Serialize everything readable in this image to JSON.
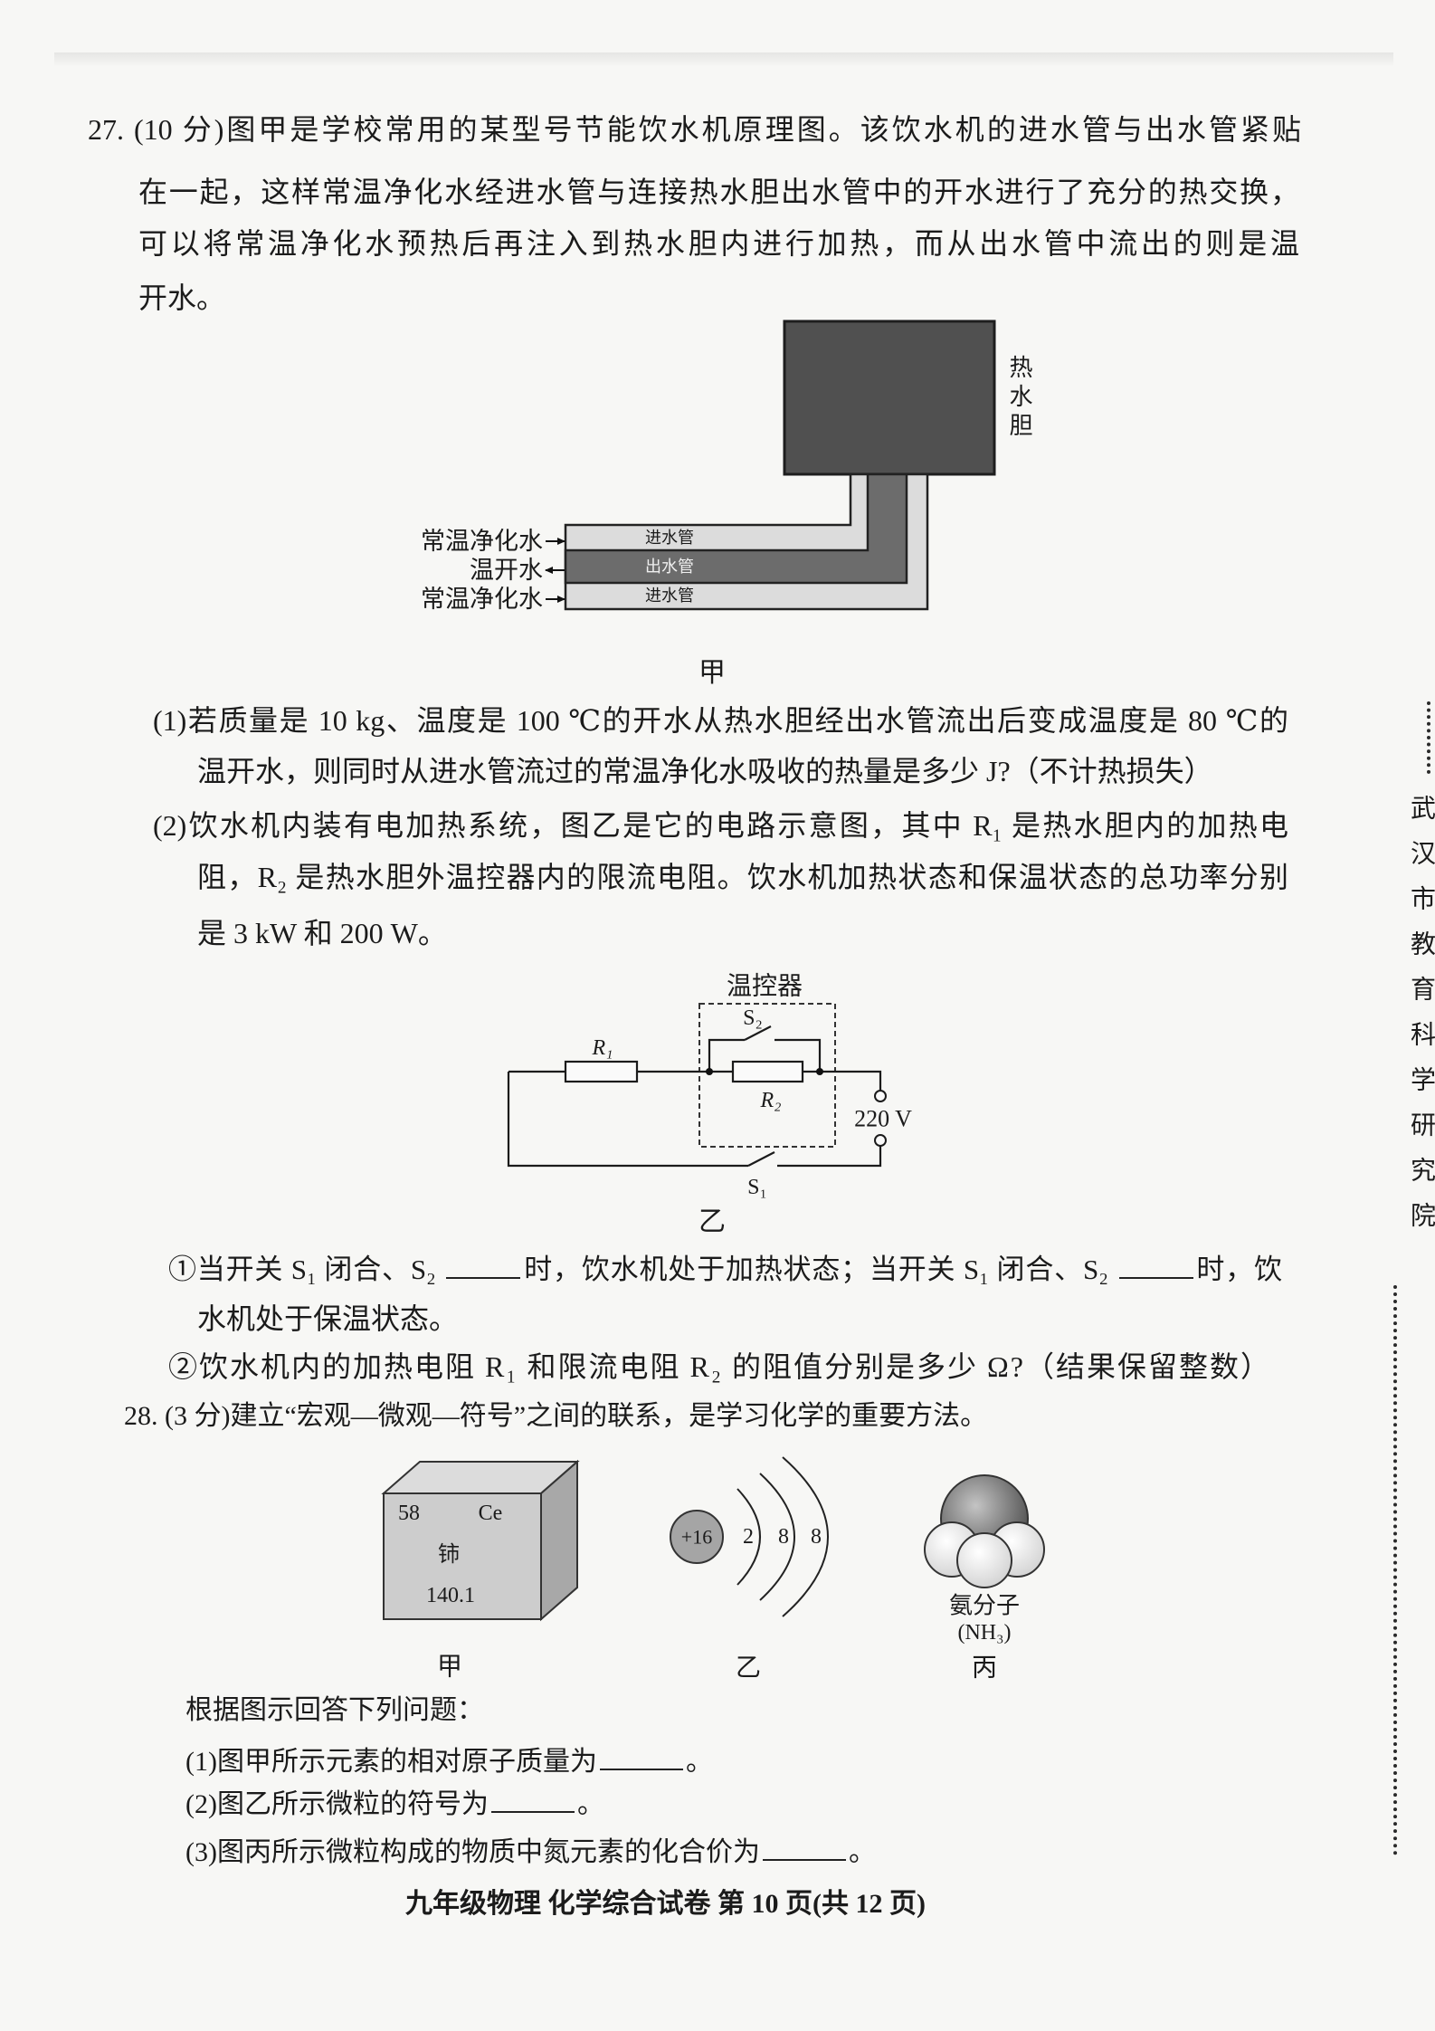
{
  "q27": {
    "stem": [
      "27. (10 分)图甲是学校常用的某型号节能饮水机原理图。该饮水机的进水管与出水管紧贴",
      "在一起，这样常温净化水经进水管与连接热水胆出水管中的开水进行了充分的热交换，",
      "可以将常温净化水预热后再注入到热水胆内进行加热，而从出水管中流出的则是温",
      "开水。"
    ],
    "figure_a": {
      "tank_label": "热水胆",
      "inputs": [
        "常温净化水",
        "温开水",
        "常温净化水"
      ],
      "pipes": [
        "进水管",
        "出水管",
        "进水管"
      ],
      "caption": "甲"
    },
    "part1": [
      "(1)若质量是 10 kg、温度是 100 ℃的开水从热水胆经出水管流出后变成温度是 80 ℃的",
      "温开水，则同时从进水管流过的常温净化水吸收的热量是多少 J?（不计热损失）"
    ],
    "part2": [
      "(2)饮水机内装有电加热系统，图乙是它的电路示意图，其中 R₁ 是热水胆内的加热电",
      "阻，R₂ 是热水胆外温控器内的限流电阻。饮水机加热状态和保温状态的总功率分别",
      "是 3 kW 和 200 W。"
    ],
    "figure_b": {
      "controller_label": "温控器",
      "r1": "R₁",
      "r2": "R₂",
      "s1": "S₁",
      "s2": "S₂",
      "voltage": "220 V",
      "caption": "乙"
    },
    "sub1": {
      "a": "①当开关 S₁ 闭合、S₂ ",
      "b": "时，饮水机处于加热状态；当开关 S₁ 闭合、S₂ ",
      "c": "时，饮",
      "cont": "水机处于保温状态。"
    },
    "sub2": "②饮水机内的加热电阻 R₁ 和限流电阻 R₂ 的阻值分别是多少 Ω?（结果保留整数）"
  },
  "q28": {
    "stem": "28. (3 分)建立“宏观—微观—符号”之间的联系，是学习化学的重要方法。",
    "element_card": {
      "number": "58",
      "symbol": "Ce",
      "name": "铈",
      "mass": "140.1",
      "caption": "甲"
    },
    "atom": {
      "nucleus": "+16",
      "shells": [
        "2",
        "8",
        "8"
      ],
      "caption": "乙"
    },
    "molecule": {
      "name": "氨分子",
      "formula": "(NH₃)",
      "caption": "丙"
    },
    "prompt": "根据图示回答下列问题：",
    "questions": [
      {
        "text": "(1)图甲所示元素的相对原子质量为",
        "end": "。"
      },
      {
        "text": "(2)图乙所示微粒的符号为",
        "end": "。"
      },
      {
        "text": "(3)图丙所示微粒构成的物质中氮元素的化合价为",
        "end": "。"
      }
    ]
  },
  "footer": "九年级物理 化学综合试卷 第 10 页(共 12 页)",
  "margin": {
    "institution": "武汉市教育科学研究院"
  }
}
